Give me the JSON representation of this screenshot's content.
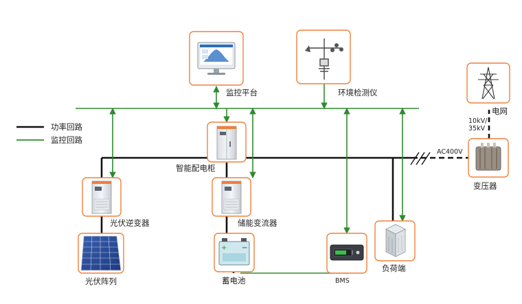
{
  "legend": {
    "power_line": "功率回路",
    "monitor_line": "监控回路"
  },
  "nodes": {
    "monitor_platform": "监控平台",
    "env_monitor": "环境检测仪",
    "grid": "电网",
    "voltage_line1": "10kV/",
    "voltage_line2": "35kV",
    "ac_voltage": "AC400V",
    "transformer": "变压器",
    "smart_cabinet": "智能配电柜",
    "pv_inverter": "光伏逆变器",
    "pcs": "储能变流器",
    "pv_array": "光伏阵列",
    "battery": "蓄电池",
    "bms": "BMS",
    "load": "负荷端"
  },
  "colors": {
    "power": "#111111",
    "monitor": "#2e8b2e",
    "box_border": "#f0803c"
  },
  "icons": {
    "monitor_platform": "computer-monitor-icon",
    "env_monitor": "weather-station-icon",
    "grid": "transmission-tower-icon",
    "transformer": "transformer-icon",
    "cabinet": "electrical-cabinet-icon",
    "pv_array": "solar-panel-icon",
    "battery": "battery-icon",
    "bms": "bms-module-icon",
    "load": "load-building-icon"
  }
}
